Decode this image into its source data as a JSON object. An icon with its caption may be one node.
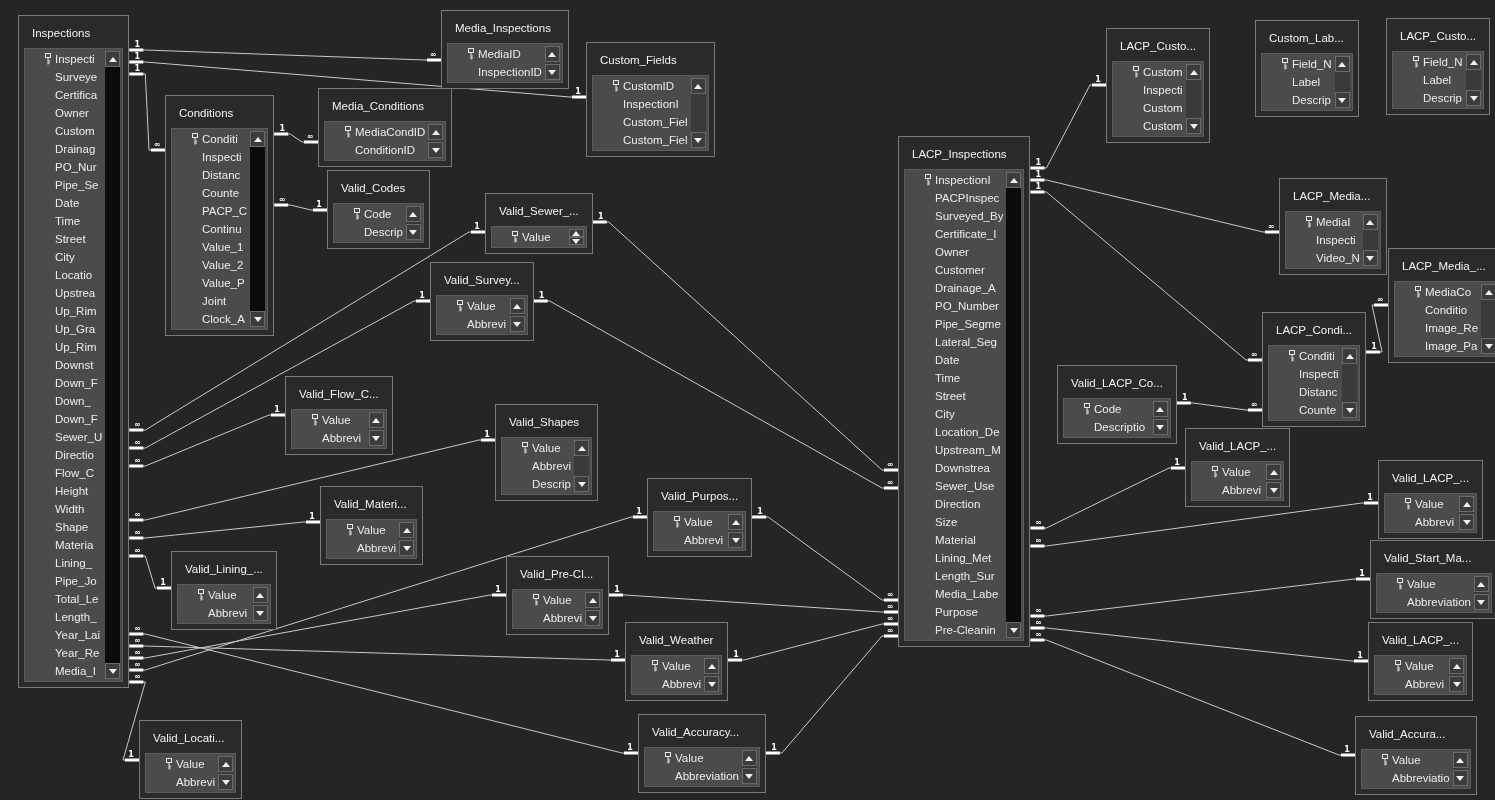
{
  "diagram": {
    "nodes": [
      {
        "text": [
          "Inspections",
          "Inspecti",
          "Surveye",
          "Certifica",
          "Owner",
          "Custom",
          "Drainag",
          "PO_Nur",
          "Pipe_Se",
          "Date",
          "Time",
          "Street",
          "City",
          "Locatio",
          "Upstrea",
          "Up_Rim",
          "Up_Gra",
          "Up_Rim",
          "Downst",
          "Down_F",
          "Down_",
          "Down_F",
          "Sewer_U",
          "Directio",
          "Flow_C",
          "Height",
          "Width",
          "Shape",
          "Materia",
          "Lining_",
          "Pipe_Jo",
          "Total_Le",
          "Length_",
          "Year_Lai",
          "Year_Re",
          "Media_I"
        ]
      },
      {
        "text": [
          "Media_Inspections",
          "MediaID",
          "InspectionID"
        ]
      },
      {
        "text": [
          "Custom_Fields",
          "CustomID",
          "InspectionI",
          "Custom_Fiel",
          "Custom_Fiel"
        ]
      },
      {
        "text": [
          "Conditions",
          "Conditi",
          "Inspecti",
          "Distanc",
          "Counte",
          "PACP_C",
          "Continu",
          "Value_1",
          "Value_2",
          "Value_P",
          "Joint",
          "Clock_A"
        ]
      },
      {
        "text": [
          "Media_Conditions",
          "MediaCondID",
          "ConditionID"
        ]
      },
      {
        "text": [
          "Valid_Codes",
          "Code",
          "Descrip"
        ]
      },
      {
        "text": [
          "Valid_Sewer_...",
          "Value"
        ]
      },
      {
        "text": [
          "Valid_Survey...",
          "Value",
          "Abbrevi"
        ]
      },
      {
        "text": [
          "Valid_Flow_C...",
          "Value",
          "Abbrevi"
        ]
      },
      {
        "text": [
          "Valid_Shapes",
          "Value",
          "Abbrevi",
          "Descrip"
        ]
      },
      {
        "text": [
          "Valid_Materi...",
          "Value",
          "Abbrevi"
        ]
      },
      {
        "text": [
          "Valid_Purpos...",
          "Value",
          "Abbrevi"
        ]
      },
      {
        "text": [
          "Valid_Lining_...",
          "Value",
          "Abbrevi"
        ]
      },
      {
        "text": [
          "Valid_Pre-Cl...",
          "Value",
          "Abbrevi"
        ]
      },
      {
        "text": [
          "Valid_Weather",
          "Value",
          "Abbrevi"
        ]
      },
      {
        "text": [
          "Valid_Accuracy...",
          "Value",
          "Abbreviation"
        ]
      },
      {
        "text": [
          "Valid_Locati...",
          "Value",
          "Abbrevi"
        ]
      },
      {
        "text": [
          "LACP_Inspections",
          "InspectionI",
          "PACPInspec",
          "Surveyed_By",
          "Certificate_I",
          "Owner",
          "Customer",
          "Drainage_A",
          "PO_Number",
          "Pipe_Segme",
          "Lateral_Seg",
          "Date",
          "Time",
          "Street",
          "City",
          "Location_De",
          "Upstream_M",
          "Downstrea",
          "Sewer_Use",
          "Direction",
          "Size",
          "Material",
          "Lining_Met",
          "Length_Sur",
          "Media_Labe",
          "Purpose",
          "Pre-Cleanin"
        ]
      },
      {
        "text": [
          "LACP_Custo...",
          "Custom",
          "Inspecti",
          "Custom",
          "Custom"
        ]
      },
      {
        "text": [
          "Custom_Lab...",
          "Field_N",
          "Label",
          "Descrip"
        ]
      },
      {
        "text": [
          "LACP_Custo...",
          "Field_N",
          "Label",
          "Descrip"
        ]
      },
      {
        "text": [
          "LACP_Media...",
          "MediaI",
          "Inspecti",
          "Video_N"
        ]
      },
      {
        "text": [
          "LACP_Media_...",
          "MediaCo",
          "Conditio",
          "Image_Re",
          "Image_Pa"
        ]
      },
      {
        "text": [
          "LACP_Condi...",
          "Conditi",
          "Inspecti",
          "Distanc",
          "Counte"
        ]
      },
      {
        "text": [
          "Valid_LACP_Co...",
          "Code",
          "Descriptio"
        ]
      },
      {
        "text": [
          "Valid_LACP_...",
          "Value",
          "Abbrevi"
        ]
      },
      {
        "text": [
          "Valid_LACP_...",
          "Value",
          "Abbrevi"
        ]
      },
      {
        "text": [
          "Valid_Start_Ma...",
          "Value",
          "Abbreviation"
        ]
      },
      {
        "text": [
          "Valid_LACP_...",
          "Value",
          "Abbrevi"
        ]
      },
      {
        "text": [
          "Valid_Accura...",
          "Value",
          "Abbreviatio"
        ]
      }
    ],
    "edges": [
      {
        "from": 0,
        "to": 1,
        "arrow": "other"
      },
      {
        "from": 0,
        "to": 2,
        "arrow": "other"
      },
      {
        "from": 0,
        "to": 3,
        "arrow": "other"
      },
      {
        "from": 3,
        "to": 4,
        "arrow": "other"
      },
      {
        "from": 5,
        "to": 3,
        "arrow": "other"
      },
      {
        "from": 6,
        "to": 0,
        "arrow": "other"
      },
      {
        "from": 7,
        "to": 0,
        "arrow": "other"
      },
      {
        "from": 8,
        "to": 0,
        "arrow": "other"
      },
      {
        "from": 9,
        "to": 0,
        "arrow": "other"
      },
      {
        "from": 10,
        "to": 0,
        "arrow": "other"
      },
      {
        "from": 12,
        "to": 0,
        "arrow": "other"
      },
      {
        "from": 11,
        "to": 0,
        "arrow": "other"
      },
      {
        "from": 13,
        "to": 0,
        "arrow": "other"
      },
      {
        "from": 14,
        "to": 0,
        "arrow": "other"
      },
      {
        "from": 15,
        "to": 0,
        "arrow": "other"
      },
      {
        "from": 16,
        "to": 0,
        "arrow": "other"
      },
      {
        "from": 6,
        "to": 17,
        "arrow": "other"
      },
      {
        "from": 7,
        "to": 17,
        "arrow": "other"
      },
      {
        "from": 11,
        "to": 17,
        "arrow": "other"
      },
      {
        "from": 13,
        "to": 17,
        "arrow": "other"
      },
      {
        "from": 14,
        "to": 17,
        "arrow": "other"
      },
      {
        "from": 15,
        "to": 17,
        "arrow": "other"
      },
      {
        "from": 17,
        "to": 18,
        "arrow": "other"
      },
      {
        "from": 17,
        "to": 21,
        "arrow": "other"
      },
      {
        "from": 17,
        "to": 23,
        "arrow": "other"
      },
      {
        "from": 23,
        "to": 22,
        "arrow": "other"
      },
      {
        "from": 24,
        "to": 23,
        "arrow": "other"
      },
      {
        "from": 25,
        "to": 17,
        "arrow": "other"
      },
      {
        "from": 26,
        "to": 17,
        "arrow": "other"
      },
      {
        "from": 27,
        "to": 17,
        "arrow": "other"
      },
      {
        "from": 28,
        "to": 17,
        "arrow": "other"
      },
      {
        "from": 29,
        "to": 17,
        "arrow": "other"
      }
    ],
    "labels": [
      "1",
      "∞",
      "1",
      "1",
      "1",
      "∞",
      "1",
      "∞",
      "1",
      "∞",
      "1",
      "∞",
      "1",
      "∞",
      "1",
      "∞",
      "1",
      "∞",
      "1",
      "∞",
      "1",
      "∞",
      "1",
      "∞",
      "1",
      "∞",
      "1",
      "∞",
      "1",
      "∞",
      "1",
      "∞",
      "1",
      "∞",
      "1",
      "∞",
      "1",
      "∞",
      "1",
      "∞",
      "1",
      "∞",
      "1",
      "∞",
      "1",
      "1",
      "1",
      "∞",
      "1",
      "∞",
      "1",
      "∞",
      "1",
      "∞",
      "1",
      "∞",
      "1",
      "∞",
      "1",
      "∞",
      "1",
      "∞",
      "1",
      "∞"
    ]
  }
}
